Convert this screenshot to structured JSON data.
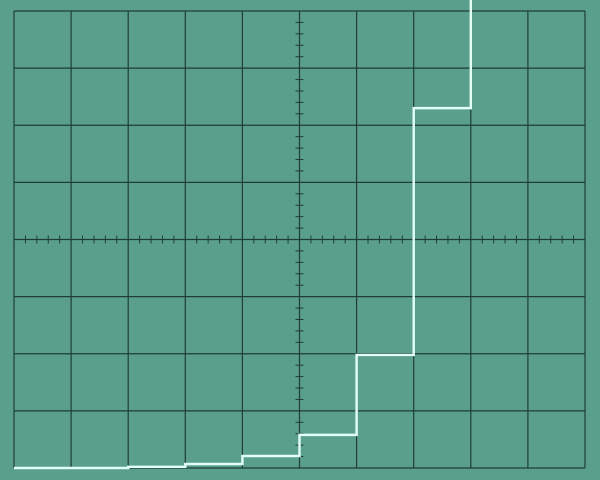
{
  "colors": {
    "screen": "#5a9f8c",
    "grid": "#1f3d36",
    "trace": "#e2fff6"
  },
  "chart_data": {
    "type": "line",
    "title": "",
    "xlabel": "",
    "ylabel": "",
    "grid": true,
    "divisions": {
      "x": 10,
      "y": 8
    },
    "minor_ticks_per_division": 5,
    "xlim": [
      -5,
      5
    ],
    "ylim": [
      -4,
      4
    ],
    "step_style": "post",
    "series": [
      {
        "x": [
          -5,
          -3,
          -2,
          -1,
          0,
          1,
          2,
          3
        ],
        "y": [
          -4,
          -3.98,
          -3.93,
          -3.79,
          -3.42,
          -2.02,
          2.3,
          4.5
        ]
      }
    ]
  }
}
